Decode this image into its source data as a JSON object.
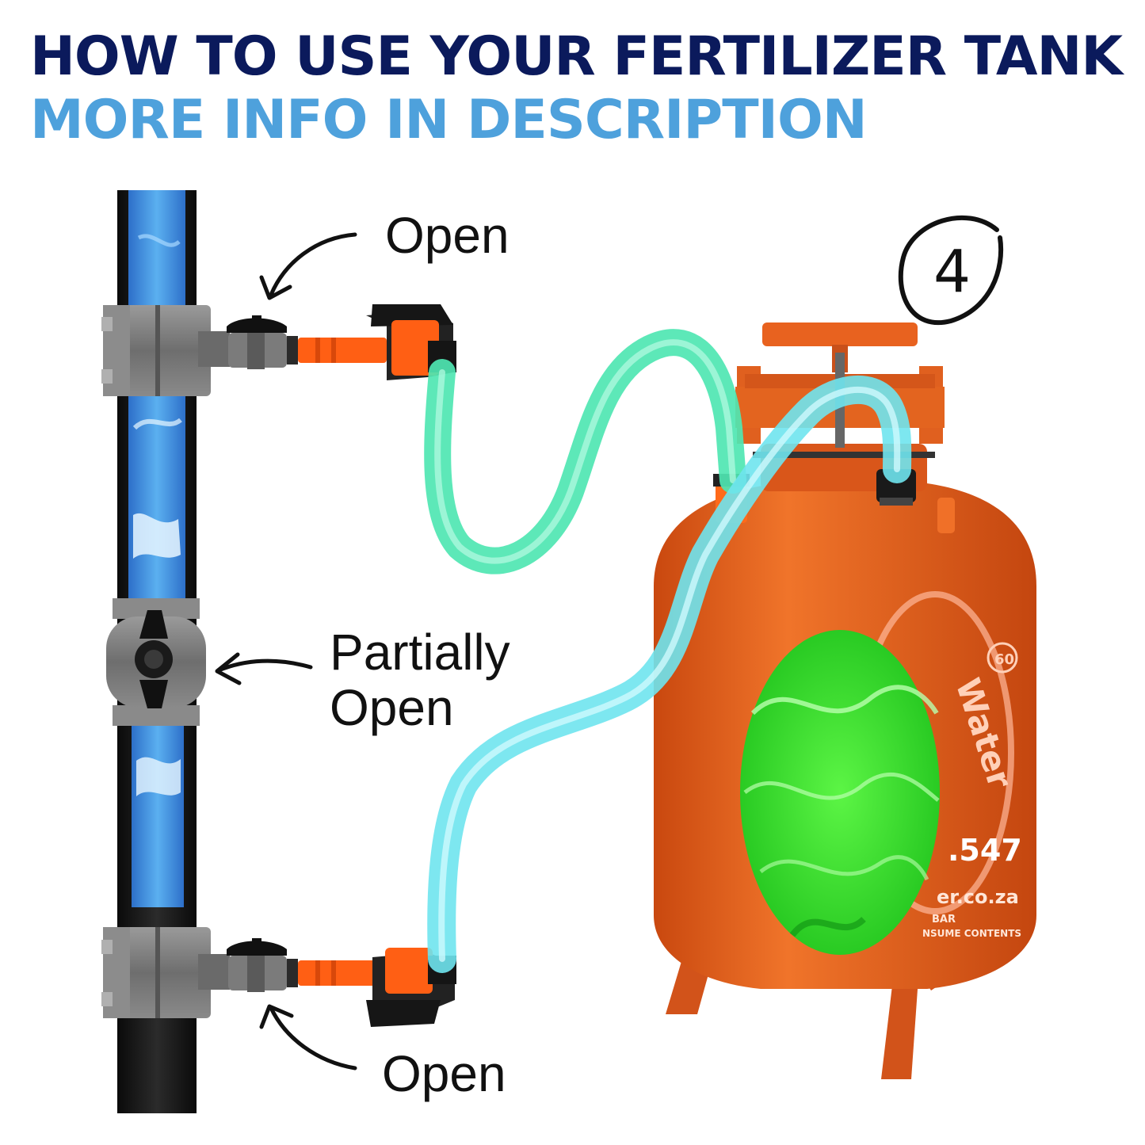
{
  "header": {
    "title": "HOW TO USE YOUR FERTILIZER TANK",
    "subtitle": "MORE INFO IN DESCRIPTION",
    "title_color": "#0b1a5c",
    "subtitle_color": "#4ea1dc"
  },
  "step": {
    "number": "4"
  },
  "labels": {
    "top_valve": "Open",
    "middle_valve_line1": "Partially",
    "middle_valve_line2": "Open",
    "bottom_valve": "Open"
  },
  "tank": {
    "brand_fragment": "Water",
    "number_fragment": ".547",
    "web_fragment": "er.co.za",
    "rating_fragment": "BAR",
    "warning_fragment": "NSUME CONTENTS",
    "capacity_fragment": "60",
    "body_color": "#e65f1e",
    "window_color": "#3be82c"
  },
  "colors": {
    "pipe": "#1a1a1a",
    "pipe_water": "#3f8fe0",
    "fitting": "#7a7a7a",
    "connector": "#ff5f14",
    "inlet_hose": "#50e8b4",
    "outlet_hose": "#70e6ee"
  },
  "icons": [
    "curved-arrow-icon",
    "ball-valve-handle-icon",
    "quick-connector-icon"
  ]
}
